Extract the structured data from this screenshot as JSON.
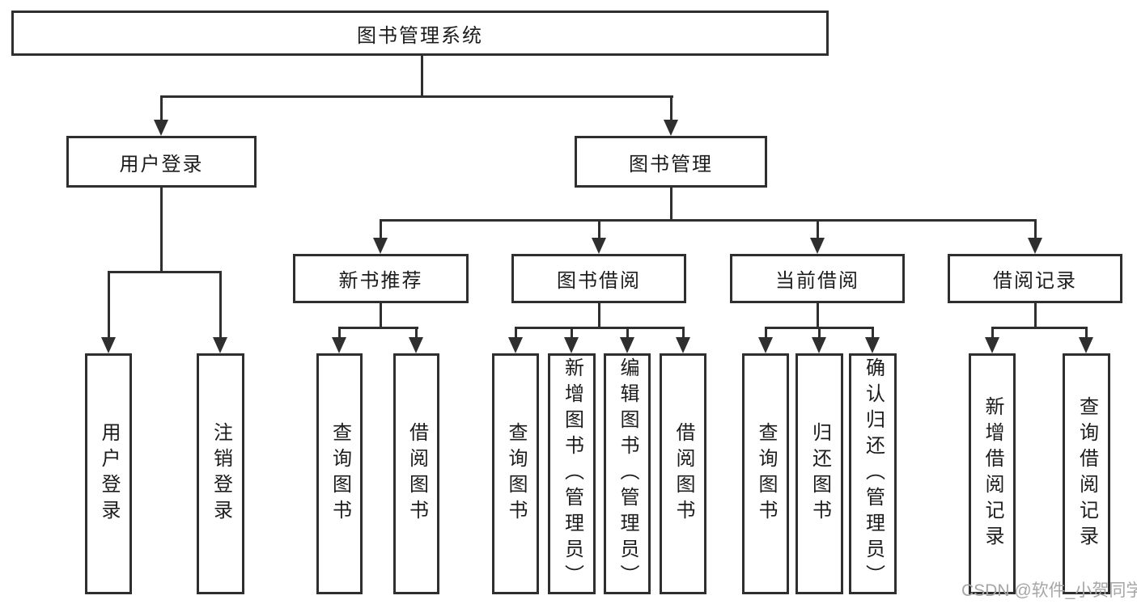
{
  "diagram": {
    "root": {
      "label": "图书管理系统"
    },
    "branches": [
      {
        "label": "用户登录",
        "children": [
          {
            "label": "用户登录"
          },
          {
            "label": "注销登录"
          }
        ]
      },
      {
        "label": "图书管理",
        "children": [
          {
            "label": "新书推荐",
            "children": [
              {
                "label": "查询图书"
              },
              {
                "label": "借阅图书"
              }
            ]
          },
          {
            "label": "图书借阅",
            "children": [
              {
                "label": "查询图书"
              },
              {
                "label": "新增图书（管理员）"
              },
              {
                "label": "编辑图书（管理员）"
              },
              {
                "label": "借阅图书"
              }
            ]
          },
          {
            "label": "当前借阅",
            "children": [
              {
                "label": "查询图书"
              },
              {
                "label": "归还图书"
              },
              {
                "label": "确认归还（管理员）"
              }
            ]
          },
          {
            "label": "借阅记录",
            "children": [
              {
                "label": "新增借阅记录"
              },
              {
                "label": "查询借阅记录"
              }
            ]
          }
        ]
      }
    ]
  },
  "watermark": {
    "text": "CSDN @软件_小贺同学"
  },
  "colors": {
    "line": "#2f2f2f",
    "text": "#1c1c1c",
    "watermark": "#a6a6a6",
    "background": "#ffffff"
  }
}
